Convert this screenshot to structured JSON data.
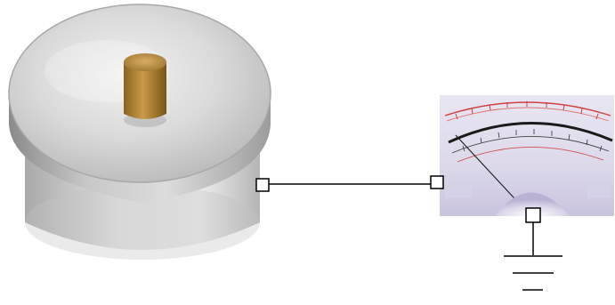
{
  "diagram": {
    "components": [
      {
        "id": "metal-cylinder",
        "kind": "photo",
        "label": ""
      },
      {
        "id": "analog-meter",
        "kind": "photo",
        "label": ""
      },
      {
        "id": "ground",
        "kind": "symbol",
        "label": ""
      }
    ],
    "connections": [
      {
        "from": "metal-cylinder",
        "to": "analog-meter"
      },
      {
        "from": "analog-meter",
        "to": "ground"
      }
    ],
    "colors": {
      "wire": "#000000",
      "terminal_fill": "#ffffff",
      "meter_red_scale": "#d04040",
      "meter_arc": "#1a1a1a"
    }
  }
}
